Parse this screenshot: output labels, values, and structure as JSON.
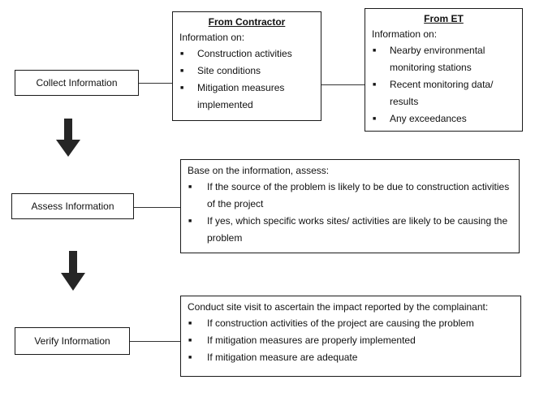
{
  "steps": {
    "collect": "Collect Information",
    "assess": "Assess Information",
    "verify": "Verify Information"
  },
  "contractor": {
    "title": "From Contractor",
    "intro": "Information on:",
    "items": [
      "Construction activities",
      "Site conditions",
      "Mitigation measures implemented"
    ]
  },
  "et": {
    "title": "From ET",
    "intro": "Information on:",
    "items": [
      "Nearby environmental monitoring stations",
      "Recent monitoring data/ results",
      "Any exceedances"
    ]
  },
  "assess_detail": {
    "intro": "Base on the information, assess:",
    "items": [
      "If the source of the problem is likely to be due to construction activities of the project",
      "If yes, which specific works sites/ activities are likely to be causing the problem"
    ]
  },
  "verify_detail": {
    "intro": "Conduct site visit to ascertain the impact reported by the complainant:",
    "items": [
      "If construction activities of the project are causing the problem",
      "If mitigation measures are properly implemented",
      "If mitigation measure are adequate"
    ]
  },
  "colors": {
    "border": "#1a1a1a",
    "arrow": "#262626"
  }
}
